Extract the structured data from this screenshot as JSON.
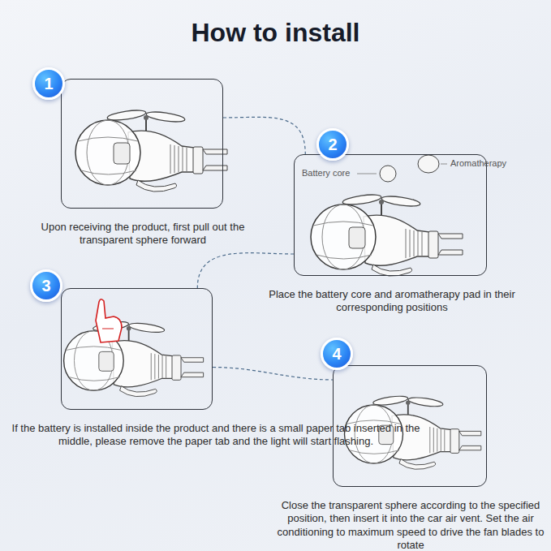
{
  "diagram": {
    "title": "How to install",
    "nodes": [
      {
        "text": [
          "Upon receiving the product, first pull out the transparent sphere forward"
        ]
      },
      {
        "text": [
          "1"
        ],
        "in": 0
      },
      {
        "text": [
          "Place the battery core and aromatherapy pad in their corresponding positions"
        ]
      },
      {
        "text": [
          "2"
        ],
        "in": 2
      },
      {
        "text": [
          "If the battery is installed inside the product and there is a small paper tab inserted in the middle, please remove the paper tab and the light will start flashing."
        ]
      },
      {
        "text": [
          "3"
        ],
        "in": 4
      },
      {
        "text": [
          "Close the transparent sphere according to the specified position, then insert it into the car air vent. Set the air conditioning to maximum speed to drive the fan blades to rotate"
        ]
      },
      {
        "text": [
          "4"
        ],
        "in": 6
      }
    ],
    "edges": [
      {
        "from": 0,
        "to": 2,
        "arrow": "none"
      },
      {
        "from": 2,
        "to": 4,
        "arrow": "none"
      },
      {
        "from": 4,
        "to": 6,
        "arrow": "none"
      }
    ],
    "labels": [
      "Battery core",
      "Aromatherapy"
    ]
  }
}
